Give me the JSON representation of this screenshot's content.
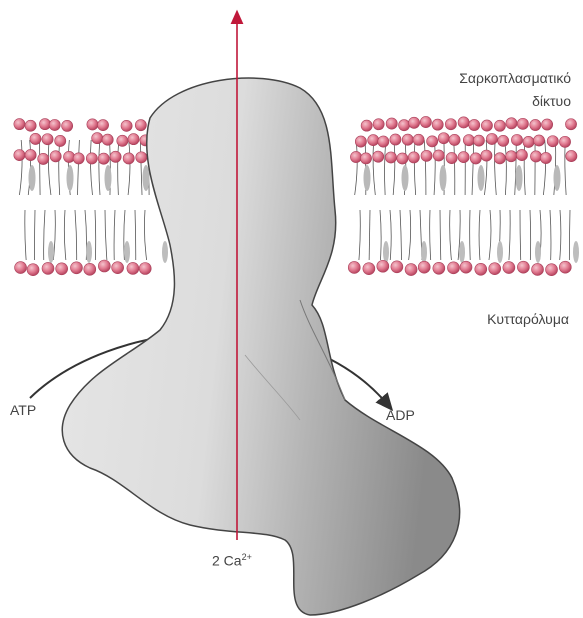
{
  "labels": {
    "sarcoplasmic_line1": "Σαρκοπλασματικό",
    "sarcoplasmic_line2": "δίκτυο",
    "cytoplasm": "Κυτταρόλυμα",
    "atp": "ATP",
    "adp": "ADP",
    "calcium_base": "2 Ca",
    "calcium_charge": "2+"
  },
  "colors": {
    "lipid_head": "#d9657d",
    "lipid_head_light": "#f4c4cd",
    "lipid_tail": "#555555",
    "protein_fill": "#dcdcdc",
    "protein_shadow": "#8f8f8f",
    "transport_arrow": "#c0183a",
    "reaction_arrow": "#333333",
    "text": "#444444"
  }
}
